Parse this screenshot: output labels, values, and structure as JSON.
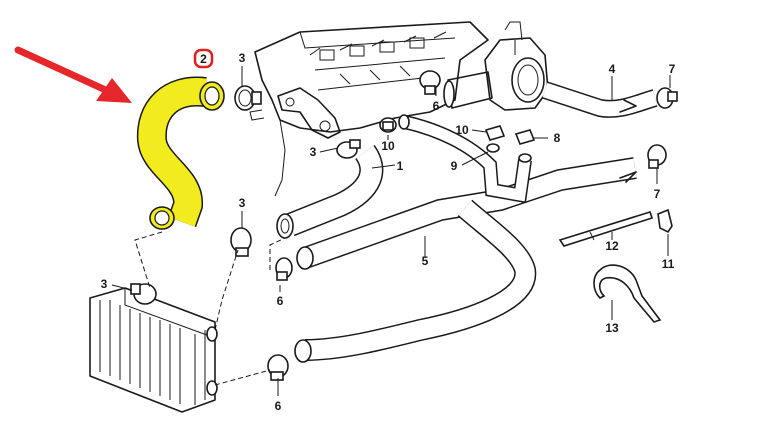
{
  "colors": {
    "highlight_fill": "#f2ec1e",
    "badge_stroke": "#e02020",
    "arrow": "#e5262b",
    "line": "#1a1a1a"
  },
  "callouts": {
    "c1": "1",
    "c2": "2",
    "c3a": "3",
    "c3b": "3",
    "c3c": "3",
    "c3d": "3",
    "c4": "4",
    "c5": "5",
    "c6a": "6",
    "c6b": "6",
    "c6c": "6",
    "c7a": "7",
    "c7b": "7",
    "c8": "8",
    "c9": "9",
    "c10a": "10",
    "c10b": "10",
    "c11": "11",
    "c12": "12",
    "c13": "13"
  },
  "highlighted_part": "2",
  "icons": {
    "pointer": "red-arrow-icon"
  }
}
